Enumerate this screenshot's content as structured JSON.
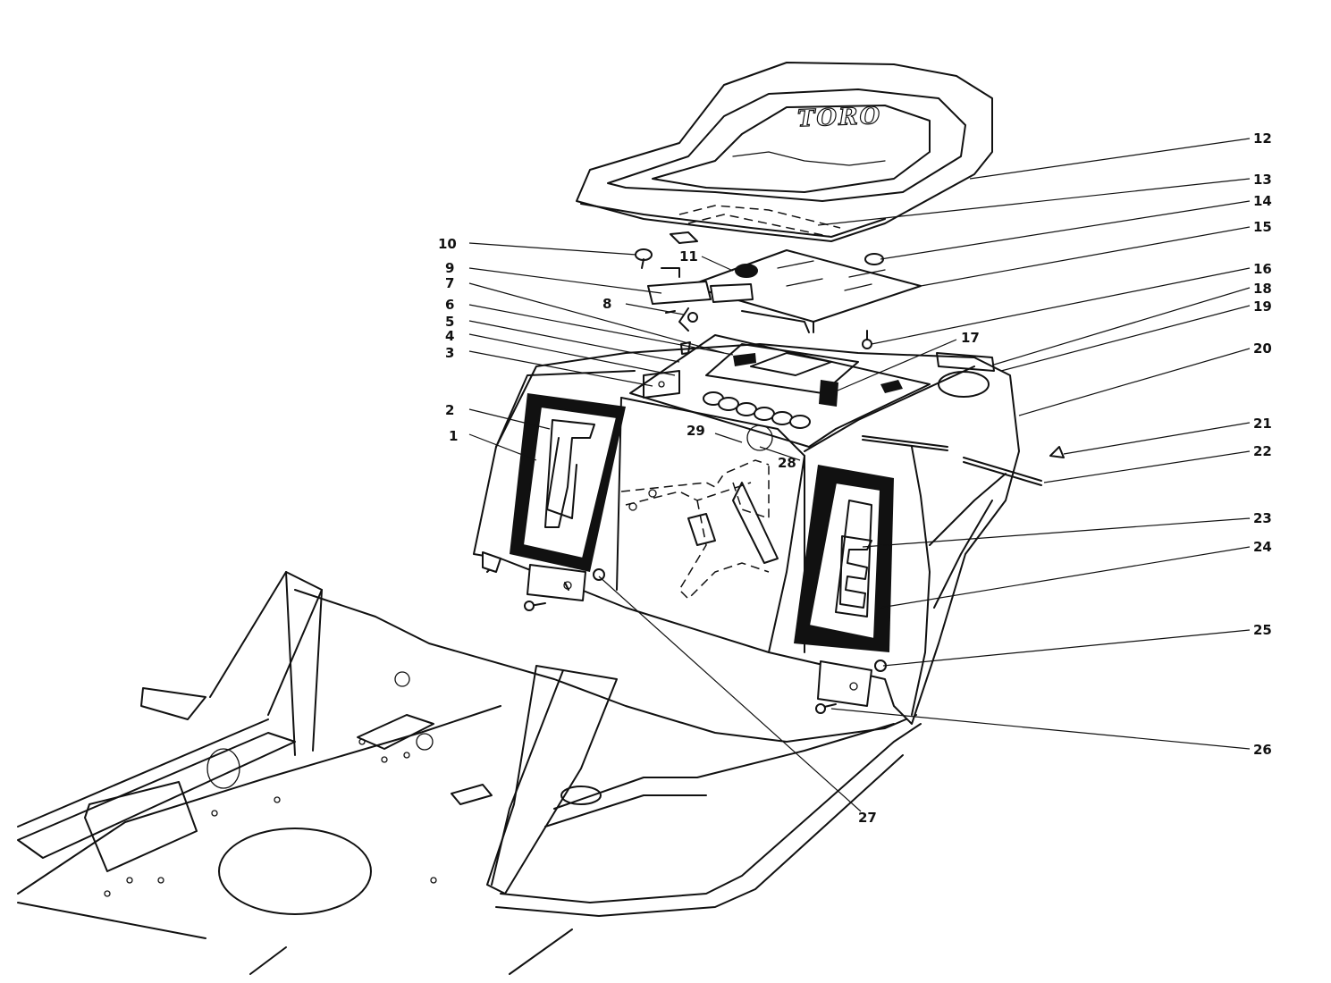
{
  "diagram": {
    "seat_brand": "TORO",
    "callouts": [
      {
        "id": "1",
        "label": "1"
      },
      {
        "id": "2",
        "label": "2"
      },
      {
        "id": "3",
        "label": "3"
      },
      {
        "id": "4",
        "label": "4"
      },
      {
        "id": "5",
        "label": "5"
      },
      {
        "id": "6",
        "label": "6"
      },
      {
        "id": "7",
        "label": "7"
      },
      {
        "id": "8",
        "label": "8"
      },
      {
        "id": "9",
        "label": "9"
      },
      {
        "id": "10",
        "label": "10"
      },
      {
        "id": "11",
        "label": "11"
      },
      {
        "id": "12",
        "label": "12"
      },
      {
        "id": "13",
        "label": "13"
      },
      {
        "id": "14",
        "label": "14"
      },
      {
        "id": "15",
        "label": "15"
      },
      {
        "id": "16",
        "label": "16"
      },
      {
        "id": "17",
        "label": "17"
      },
      {
        "id": "18",
        "label": "18"
      },
      {
        "id": "19",
        "label": "19"
      },
      {
        "id": "20",
        "label": "20"
      },
      {
        "id": "21",
        "label": "21"
      },
      {
        "id": "22",
        "label": "22"
      },
      {
        "id": "23",
        "label": "23"
      },
      {
        "id": "24",
        "label": "24"
      },
      {
        "id": "25",
        "label": "25"
      },
      {
        "id": "26",
        "label": "26"
      },
      {
        "id": "27",
        "label": "27"
      },
      {
        "id": "28",
        "label": "28"
      },
      {
        "id": "29",
        "label": "29"
      }
    ]
  }
}
